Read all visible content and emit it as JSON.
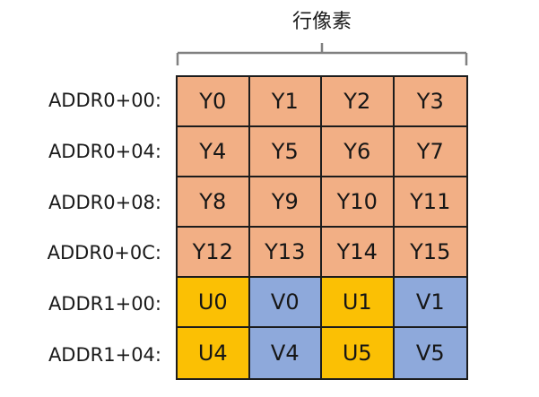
{
  "caption": {
    "text": "行像素",
    "span_marker": "horizontal-brace"
  },
  "colors": {
    "luma": "#F2AF85",
    "chroma_u": "#FBC004",
    "chroma_v": "#8EA9DB",
    "border": "#1C1C1C",
    "text": "#161616",
    "brace": "#808080",
    "background": "#FFFFFF"
  },
  "rows": [
    {
      "address": "ADDR0+00:",
      "cells": [
        {
          "label": "Y0",
          "kind": "luma"
        },
        {
          "label": "Y1",
          "kind": "luma"
        },
        {
          "label": "Y2",
          "kind": "luma"
        },
        {
          "label": "Y3",
          "kind": "luma"
        }
      ]
    },
    {
      "address": "ADDR0+04:",
      "cells": [
        {
          "label": "Y4",
          "kind": "luma"
        },
        {
          "label": "Y5",
          "kind": "luma"
        },
        {
          "label": "Y6",
          "kind": "luma"
        },
        {
          "label": "Y7",
          "kind": "luma"
        }
      ]
    },
    {
      "address": "ADDR0+08:",
      "cells": [
        {
          "label": "Y8",
          "kind": "luma"
        },
        {
          "label": "Y9",
          "kind": "luma"
        },
        {
          "label": "Y10",
          "kind": "luma"
        },
        {
          "label": "Y11",
          "kind": "luma"
        }
      ]
    },
    {
      "address": "ADDR0+0C:",
      "cells": [
        {
          "label": "Y12",
          "kind": "luma"
        },
        {
          "label": "Y13",
          "kind": "luma"
        },
        {
          "label": "Y14",
          "kind": "luma"
        },
        {
          "label": "Y15",
          "kind": "luma"
        }
      ]
    },
    {
      "address": "ADDR1+00:",
      "cells": [
        {
          "label": "U0",
          "kind": "chroma_u"
        },
        {
          "label": "V0",
          "kind": "chroma_v"
        },
        {
          "label": "U1",
          "kind": "chroma_u"
        },
        {
          "label": "V1",
          "kind": "chroma_v"
        }
      ]
    },
    {
      "address": "ADDR1+04:",
      "cells": [
        {
          "label": "U4",
          "kind": "chroma_u"
        },
        {
          "label": "V4",
          "kind": "chroma_v"
        },
        {
          "label": "U5",
          "kind": "chroma_u"
        },
        {
          "label": "V5",
          "kind": "chroma_v"
        }
      ]
    }
  ]
}
